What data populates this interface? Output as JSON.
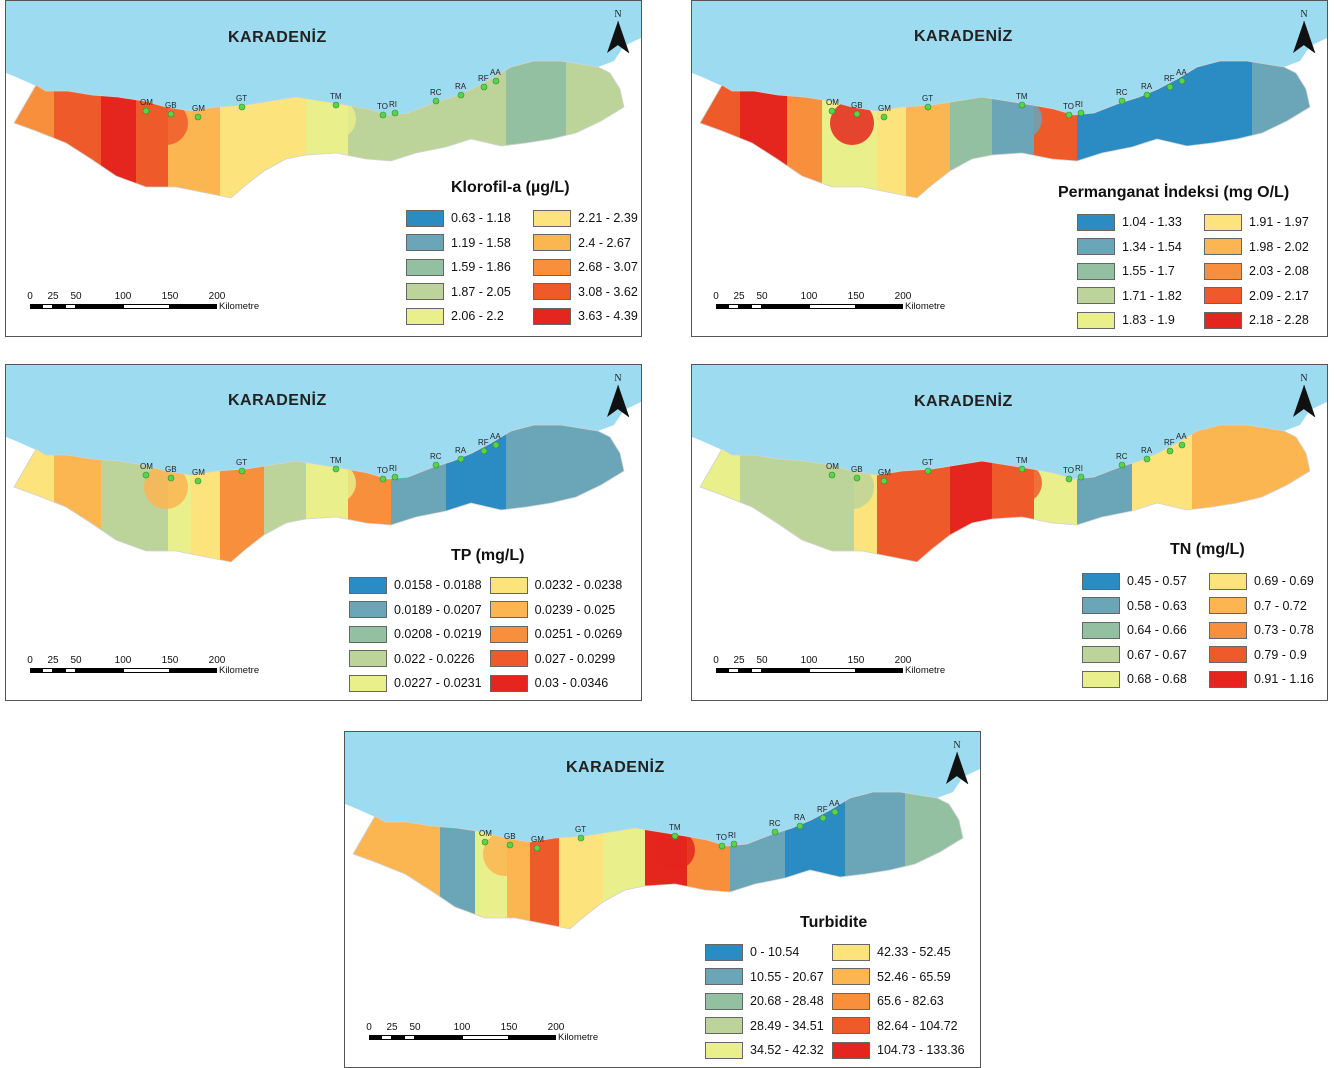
{
  "sea_label": "KARADENİZ",
  "north_letter": "N",
  "scale": {
    "ticks": [
      "0",
      "25",
      "50",
      "100",
      "150",
      "200"
    ],
    "units": "Kilometre"
  },
  "stations": [
    "OM",
    "GB",
    "GM",
    "GT",
    "TM",
    "TO",
    "RI",
    "RC",
    "RA",
    "RF",
    "AA"
  ],
  "colors": {
    "sea": "#9ddcf0",
    "ramp": [
      "#2b8cc4",
      "#6aa5b8",
      "#93c0a0",
      "#bcd49a",
      "#e9ef8a",
      "#fce37c",
      "#fbb551",
      "#f78f3c",
      "#ef5a2a",
      "#e4261e"
    ],
    "station_fill": "#57d44a"
  },
  "panels": [
    {
      "title": "Klorofil-a (µg/L)",
      "classes": [
        "0.63 - 1.18",
        "1.19 - 1.58",
        "1.59 - 1.86",
        "1.87 - 2.05",
        "2.06 - 2.2",
        "2.21 - 2.39",
        "2.4 - 2.67",
        "2.68 - 3.07",
        "3.08 - 3.62",
        "3.63 - 4.39"
      ],
      "zone_classes": [
        7,
        8,
        9,
        8,
        6,
        6,
        5,
        5,
        4,
        3,
        3,
        3,
        2,
        3
      ]
    },
    {
      "title": "Permanganat İndeksi (mg O/L)",
      "classes": [
        "1.04 - 1.33",
        "1.34 - 1.54",
        "1.55 - 1.7",
        "1.71 - 1.82",
        "1.83 - 1.9",
        "1.91 - 1.97",
        "1.98 - 2.02",
        "2.03 - 2.08",
        "2.09 - 2.17",
        "2.18 - 2.28"
      ],
      "zone_classes": [
        8,
        9,
        7,
        4,
        4,
        5,
        6,
        2,
        1,
        8,
        0,
        0,
        0,
        1
      ]
    },
    {
      "title": "TP (mg/L)",
      "classes": [
        "0.0158 - 0.0188",
        "0.0189 - 0.0207",
        "0.0208 - 0.0219",
        "0.022 - 0.0226",
        "0.0227 - 0.0231",
        "0.0232 - 0.0238",
        "0.0239 - 0.025",
        "0.0251 - 0.0269",
        "0.027 - 0.0299",
        "0.03 - 0.0346"
      ],
      "zone_classes": [
        5,
        6,
        3,
        3,
        4,
        5,
        7,
        3,
        4,
        7,
        1,
        0,
        1,
        1
      ]
    },
    {
      "title": "TN (mg/L)",
      "classes": [
        "0.45 - 0.57",
        "0.58 - 0.63",
        "0.64 - 0.66",
        "0.67 - 0.67",
        "0.68 - 0.68",
        "0.69 - 0.69",
        "0.7 - 0.72",
        "0.73 - 0.78",
        "0.79 - 0.9",
        "0.91 - 1.16"
      ],
      "zone_classes": [
        4,
        3,
        3,
        3,
        5,
        8,
        8,
        9,
        8,
        4,
        1,
        5,
        6,
        6
      ]
    },
    {
      "title": "Turbidite",
      "classes": [
        "0 - 10.54",
        "10.55 - 20.67",
        "20.68 - 28.48",
        "28.49 - 34.51",
        "34.52 - 42.32",
        "42.33 - 52.45",
        "52.46 - 65.59",
        "65.6 - 82.63",
        "82.64 - 104.72",
        "104.73 - 133.36"
      ],
      "zone_classes": [
        6,
        6,
        1,
        4,
        6,
        8,
        5,
        4,
        9,
        7,
        1,
        0,
        1,
        2
      ]
    }
  ]
}
